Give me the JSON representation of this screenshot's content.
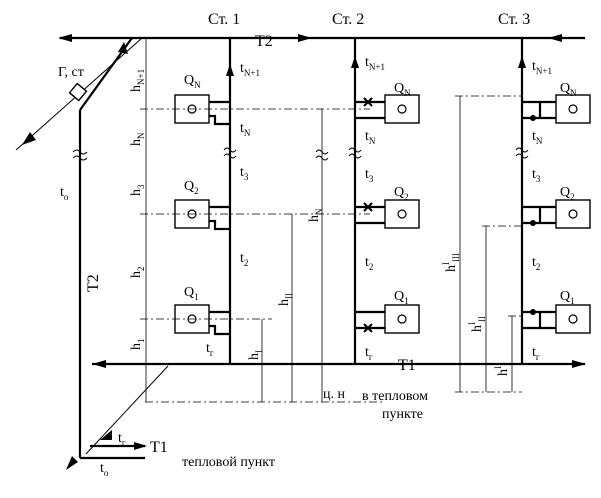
{
  "stands": [
    {
      "label": "Ст. 1"
    },
    {
      "label": "Ст. 2"
    },
    {
      "label": "Ст. 3"
    }
  ],
  "mains": {
    "supply": "Т1",
    "return": "Т2",
    "return_vertical": "Т2"
  },
  "heat_point": {
    "supply": "Т1",
    "label": "тепловой пункт"
  },
  "zero_mark": {
    "label": "ц. н",
    "note_line1": "в тепловом",
    "note_line2": "пункте"
  },
  "valve_label": {
    "main": "Г, ст"
  },
  "temps": {
    "t": "t",
    "o": "о",
    "g": "г",
    "N": "N",
    "N1": "N+1",
    "s2": "2",
    "s3": "3"
  },
  "radiators": {
    "Q": "Q",
    "sub1": "1",
    "sub2": "2",
    "subN": "N"
  },
  "heights": {
    "h": "h",
    "sub1": "1",
    "sub2": "2",
    "sub3": "3",
    "subN": "N",
    "subN1": "N+1",
    "subI": "I",
    "subII": "II",
    "subIII": "III",
    "prime": "I"
  }
}
